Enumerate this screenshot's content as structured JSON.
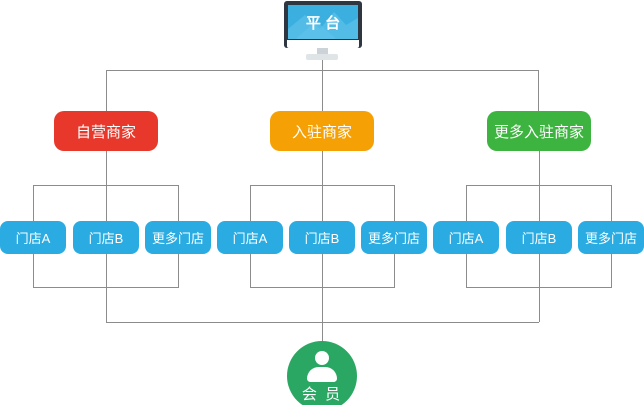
{
  "diagram": {
    "platform": {
      "label": "平 台"
    },
    "groups": [
      {
        "merchant": "自营商家",
        "color": "#e8382b",
        "stores": [
          "门店A",
          "门店B",
          "更多门店"
        ]
      },
      {
        "merchant": "入驻商家",
        "color": "#f5a005",
        "stores": [
          "门店A",
          "门店B",
          "更多门店"
        ]
      },
      {
        "merchant": "更多入驻商家",
        "color": "#3eb440",
        "stores": [
          "门店A",
          "门店B",
          "更多门店"
        ]
      }
    ],
    "member": {
      "label": "会 员"
    }
  },
  "colors": {
    "line": "#8c8c8c",
    "store": "#2aace2",
    "member_circle": "#2aa762",
    "monitor_frame": "#2e3641",
    "screen": "#3bafdf",
    "screen_light": "#57bee9"
  }
}
